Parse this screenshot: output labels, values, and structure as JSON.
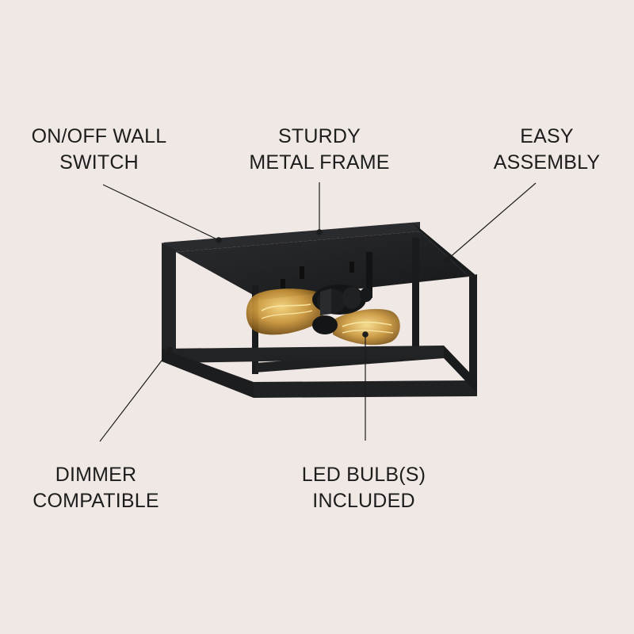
{
  "features": {
    "switch": {
      "line1": "ON/OFF WALL",
      "line2": "SWITCH"
    },
    "frame": {
      "line1": "STURDY",
      "line2": "METAL FRAME"
    },
    "assembly": {
      "line1": "EASY",
      "line2": "ASSEMBLY"
    },
    "dimmer": {
      "line1": "DIMMER",
      "line2": "COMPATIBLE"
    },
    "led": {
      "line1": "LED BULB(S)",
      "line2": "INCLUDED"
    }
  },
  "colors": {
    "background": "#efe8e4",
    "frame": "#1e1f21",
    "text": "#1d1d1d",
    "bulb_glass": "#c9963c"
  }
}
